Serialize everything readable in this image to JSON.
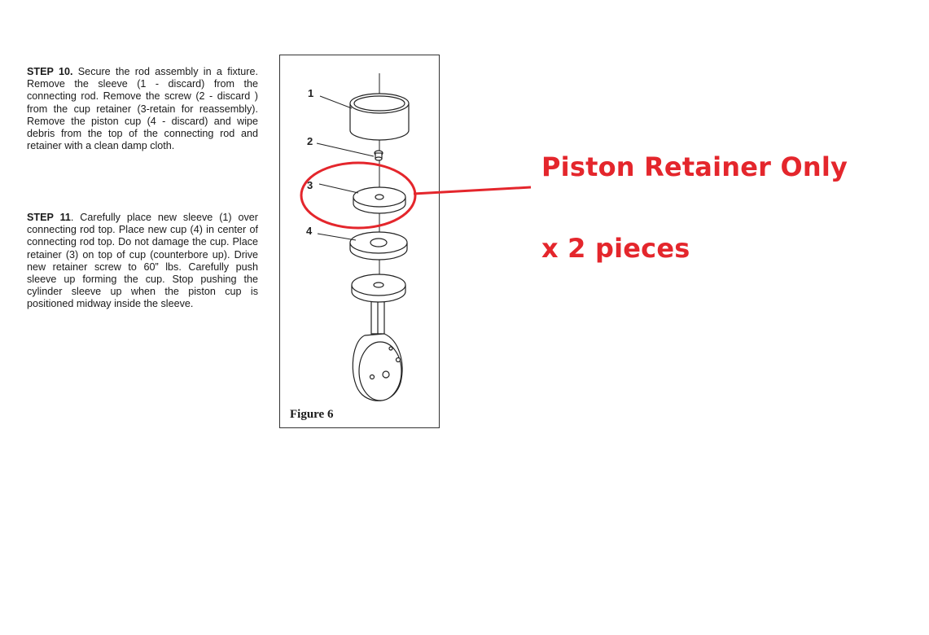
{
  "step10": {
    "label": "STEP 10.",
    "text": " Secure the rod assembly in a fixture. Remove the sleeve (1 - discard) from the connecting rod. Remove the screw (2 - discard ) from the cup retainer (3-retain for reassembly). Remove the piston cup (4 - discard) and wipe debris from the top of the connecting rod and retainer with a clean damp cloth."
  },
  "step11": {
    "label": "STEP 11",
    "text": ". Carefully place new sleeve (1) over connecting rod top. Place new cup (4) in center of connecting rod top. Do not damage the cup. Place retainer (3) on top of cup (counterbore up). Drive new retainer screw to 60” lbs. Carefully push sleeve up forming the cup. Stop pushing the cylinder sleeve up when the piston cup is positioned midway inside the sleeve."
  },
  "figure": {
    "caption": "Figure 6",
    "part_labels": [
      "1",
      "2",
      "3",
      "4"
    ]
  },
  "annotation": {
    "title": "Piston Retainer Only",
    "quantity": "x 2 pieces",
    "color": "#e4262c"
  }
}
